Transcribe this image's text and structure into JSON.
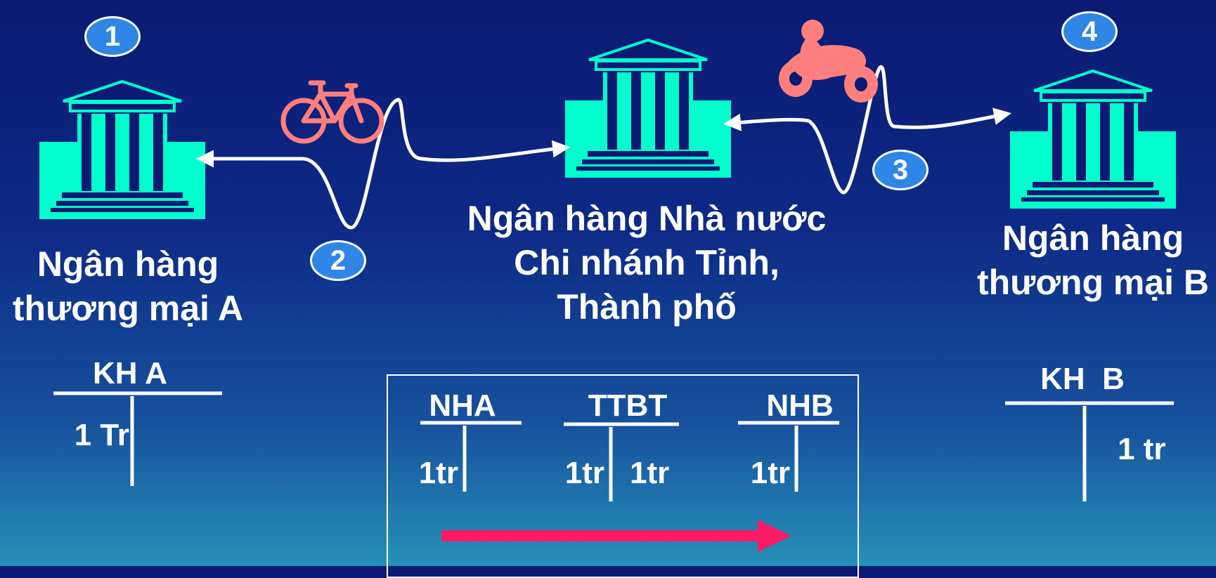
{
  "steps": [
    "1",
    "2",
    "3",
    "4"
  ],
  "banks": {
    "a": [
      "Ngân hàng",
      "thương mại A"
    ],
    "center": [
      "Ngân hàng Nhà nước",
      "Chi nhánh Tỉnh,",
      "Thành phố"
    ],
    "b": [
      "Ngân hàng",
      "thương mại B"
    ]
  },
  "accounts": {
    "kh_a": {
      "title": "KH A",
      "debit": "1 Tr",
      "credit": ""
    },
    "kh_b": {
      "title": "KH  B",
      "debit": "",
      "credit": "1 tr"
    },
    "nha": {
      "title": "NHA",
      "debit": "1tr",
      "credit": ""
    },
    "ttbt": {
      "title": "TTBT",
      "debit": "1tr",
      "credit": "1tr"
    },
    "nhb": {
      "title": "NHB",
      "debit": "1tr",
      "credit": ""
    }
  },
  "colors": {
    "bank": "#00ffcc",
    "vehicle": "#ff7f7f",
    "flow_arrow": "#ff1a66",
    "badge": "#2f86e6"
  },
  "icons": [
    "bank-building-icon",
    "bicycle-icon",
    "motorbike-icon"
  ]
}
